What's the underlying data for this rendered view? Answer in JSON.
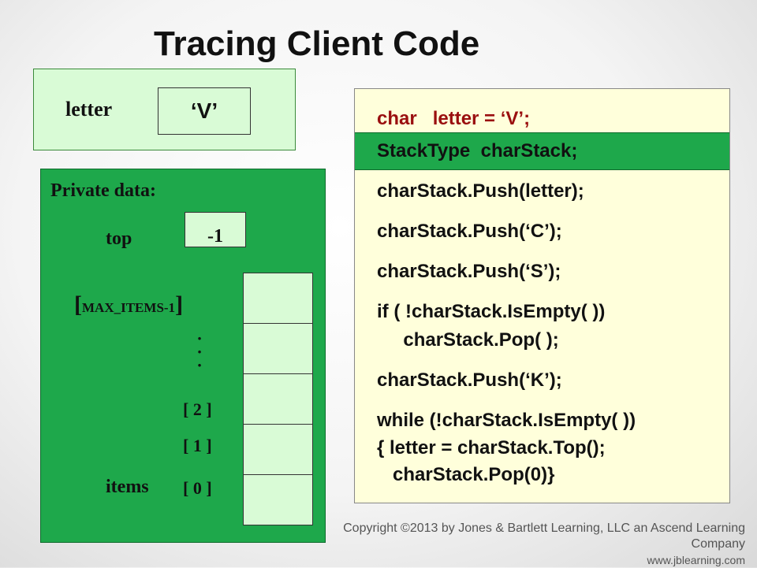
{
  "title": "Tracing Client Code",
  "letter_var": {
    "label": "letter",
    "value": "‘V’"
  },
  "stack": {
    "private_label": "Private data:",
    "top_label": "top",
    "top_value": "-1",
    "max_index_bracket_open": "[",
    "max_index_text": "MAX_ITEMS-1",
    "max_index_bracket_close": "]",
    "dots": [
      "·",
      "·",
      "·"
    ],
    "indices": [
      "[ 2 ]",
      "[ 1 ]",
      "[ 0 ]"
    ],
    "items_label": "items"
  },
  "code": {
    "lines": [
      "char   letter = ‘V’;",
      "StackType  charStack;",
      "charStack.Push(letter);",
      "charStack.Push(‘C’);",
      "charStack.Push(‘S’);",
      "if ( !charStack.IsEmpty( ))",
      "     charStack.Pop( );",
      "charStack.Push(‘K’);",
      "while (!charStack.IsEmpty( ))",
      "{ letter = charStack.Top();",
      "   charStack.Pop(0)}"
    ],
    "current_line_index": 1
  },
  "copyright": {
    "line1": "Copyright ©2013 by Jones & Bartlett Learning, LLC an Ascend Learning Company",
    "line2": "www.jblearning.com"
  },
  "colors": {
    "panel_green": "#1ea84b",
    "cell_light_green": "#d9fbd6",
    "code_bg": "#ffffdb",
    "code_red": "#9a0f0f"
  }
}
